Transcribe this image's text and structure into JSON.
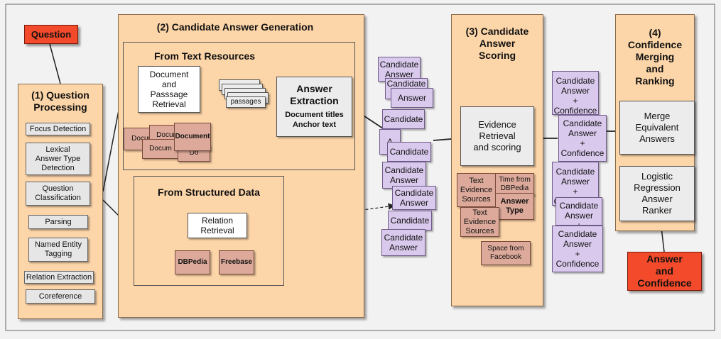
{
  "question": "Question",
  "answer": "Answer\nand\nConfidence",
  "sections": {
    "qp_title": "(1) Question\nProcessing",
    "cag_title": "(2) Candidate Answer Generation",
    "cas_title": "(3) Candidate\nAnswer\nScoring",
    "cmr_title": "(4)\nConfidence\nMerging\nand\nRanking"
  },
  "question_processing": {
    "items": [
      "Focus Detection",
      "Lexical\nAnswer Type\nDetection",
      "Question\nClassification",
      "Parsing",
      "Named Entity\nTagging",
      "Relation Extraction",
      "Coreference"
    ]
  },
  "text_resources": {
    "title": "From Text Resources",
    "retrieval": "Document\nand\nPasssage\nRetrieval",
    "passages": "passages",
    "docs": [
      "Docum",
      "Docum",
      "Document",
      "Docum",
      "Do"
    ],
    "extraction_title": "Answer\nExtraction",
    "extraction_sub": "Document titles\nAnchor text"
  },
  "structured_data": {
    "title": "From Structured Data",
    "relation": "Relation\nRetrieval",
    "dbpedia": "DBPedia",
    "freebase": "Freebase"
  },
  "candidates": {
    "full": "Candidate\nAnswer",
    "short": "Candidate",
    "partial": "Candidate\nAnswer",
    "cut_answer": "Answer",
    "cut_a": "A"
  },
  "scoring": {
    "evidence": "Evidence\nRetrieval\nand scoring",
    "text_evidence": "Text\nEvidence\nSources",
    "time_dbpedia": "Time from\nDBPedia",
    "answer_type": "Answer\nType",
    "space_facebook": "Space from\nFacebook"
  },
  "confidence": {
    "cand_conf": "Candidate\nAnswer\n+\nConfidence"
  },
  "merging": {
    "merge": "Merge\nEquivalent\nAnswers",
    "ranker": "Logistic\nRegression\nAnswer\nRanker"
  }
}
